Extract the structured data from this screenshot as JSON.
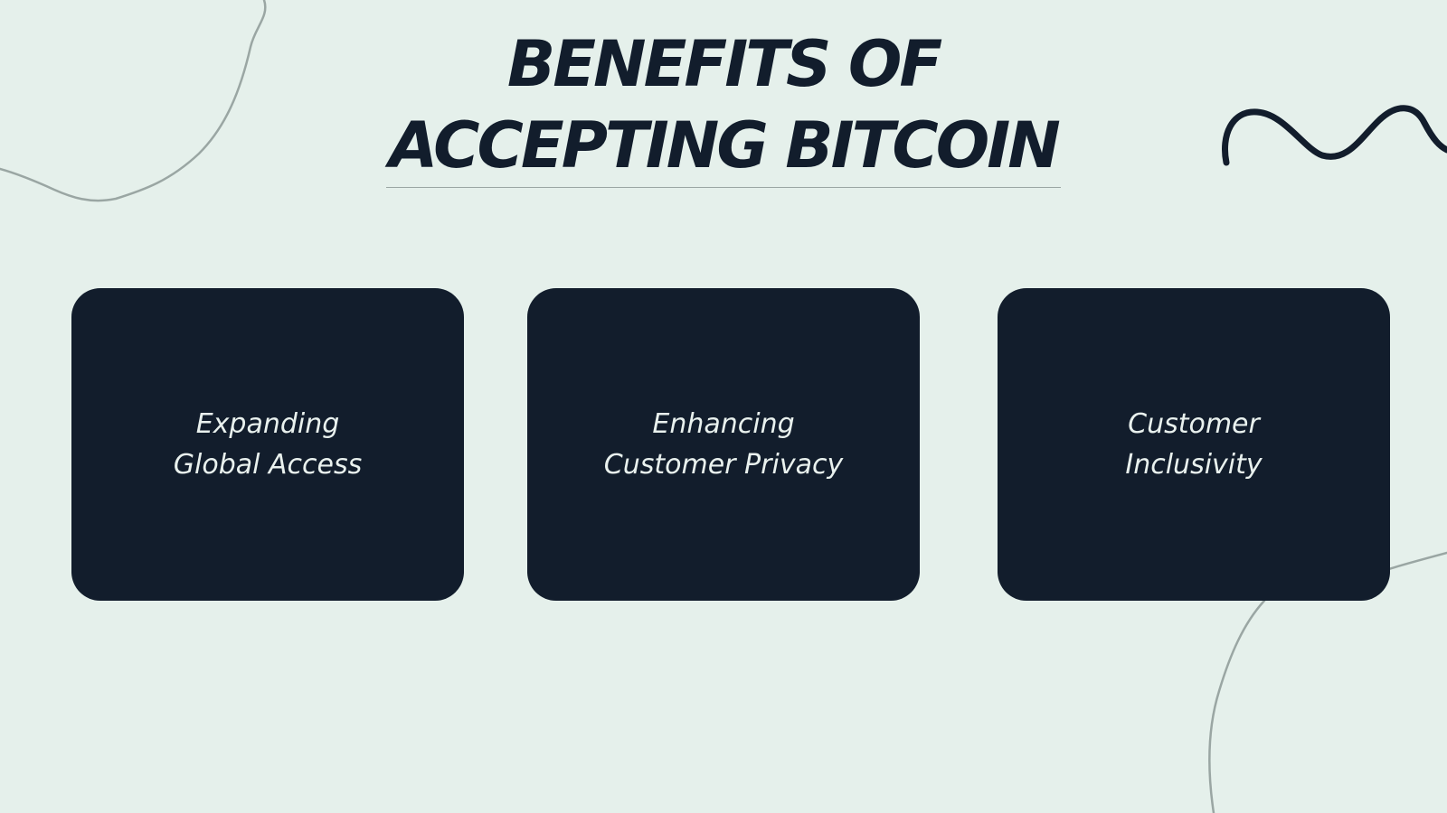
{
  "slide": {
    "title_line_1": "BENEFITS OF",
    "title_line_2": "ACCEPTING BITCOIN",
    "cards": [
      {
        "label": "Expanding\nGlobal Access"
      },
      {
        "label": "Enhancing\nCustomer Privacy"
      },
      {
        "label": "Customer\nInclusivity"
      }
    ]
  },
  "colors": {
    "background": "#e5f0eb",
    "card": "#121d2c",
    "title": "#121d2c",
    "card_text": "#e9f1ee",
    "decor_line": "#9aa6a3"
  }
}
